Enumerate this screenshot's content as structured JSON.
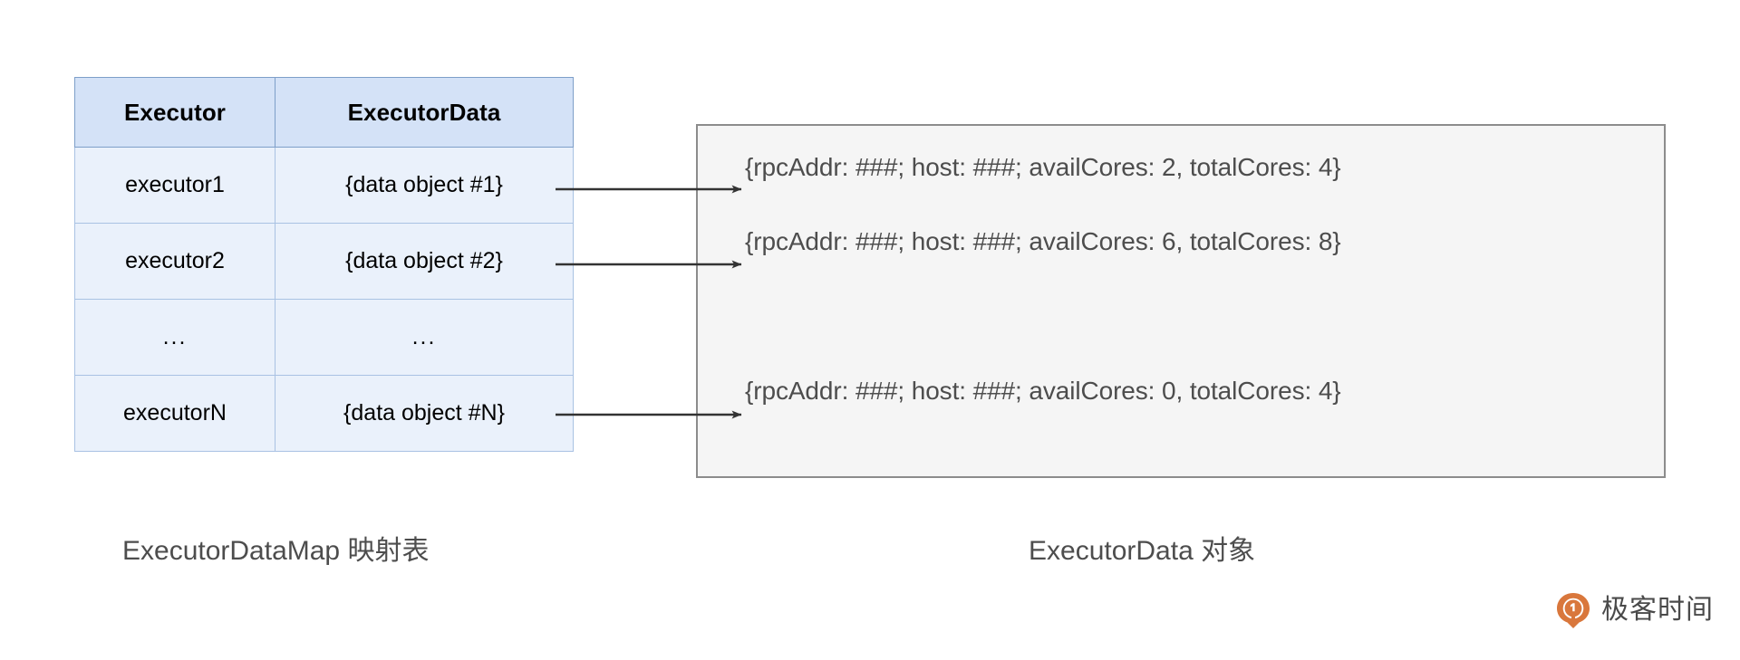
{
  "diagram": {
    "title_left": "ExecutorDataMap 映射表",
    "title_right": "ExecutorData 对象"
  },
  "map_table": {
    "headers": [
      "Executor",
      "ExecutorData"
    ],
    "rows": [
      {
        "executor": "executor1",
        "data": "{data object #1}"
      },
      {
        "executor": "executor2",
        "data": "{data object #2}"
      },
      {
        "executor": "...",
        "data": "..."
      },
      {
        "executor": "executorN",
        "data": "{data object #N}"
      }
    ]
  },
  "data_panel": {
    "objects": [
      "{rpcAddr: ###; host: ###; availCores: 2, totalCores: 4}",
      "{rpcAddr: ###; host: ###; availCores: 6, totalCores: 8}",
      "{rpcAddr: ###; host: ###; availCores: 0, totalCores: 4}"
    ]
  },
  "watermark": {
    "text": "极客时间",
    "accent_color": "#d9773c"
  },
  "colors": {
    "header_fill": "#d4e2f7",
    "header_border": "#7e9fc9",
    "row_fill": "#eaf1fb",
    "row_border": "#a9c2e3",
    "panel_fill": "#f5f5f5",
    "panel_border": "#8c8c8c",
    "text_gray": "#4d4d4d",
    "arrow_color": "#333333"
  }
}
